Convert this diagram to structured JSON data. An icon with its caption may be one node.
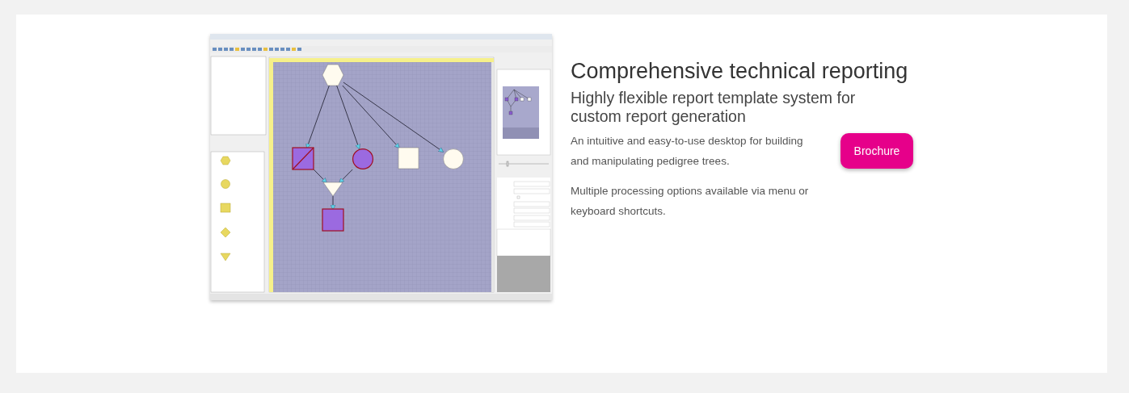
{
  "diagram": {
    "title": "Comprehensive technical reporting",
    "nodes": [
      {
        "text": [],
        "shape": "hexagon"
      },
      {
        "text": [],
        "shape": "box"
      },
      {
        "text": [],
        "shape": "circle"
      },
      {
        "text": [],
        "shape": "box"
      },
      {
        "text": [],
        "shape": "circle"
      },
      {
        "text": [],
        "shape": "triangle"
      },
      {
        "text": [],
        "shape": "box"
      }
    ],
    "edges": [
      {
        "from": 0,
        "to": 1,
        "arrow": "to"
      },
      {
        "from": 0,
        "to": 2,
        "arrow": "to"
      },
      {
        "from": 0,
        "to": 3,
        "arrow": "to"
      },
      {
        "from": 0,
        "to": 4,
        "arrow": "to"
      },
      {
        "from": 1,
        "to": 5,
        "arrow": "to"
      },
      {
        "from": 2,
        "to": 5,
        "arrow": "to"
      },
      {
        "from": 5,
        "to": 6,
        "arrow": "to"
      }
    ],
    "labels": [
      "Highly flexible report template system for custom report generation",
      "An intuitive and easy-to-use desktop for building and manipulating pedigree trees.",
      "Multiple processing options available via menu or keyboard shortcuts.",
      "Brochure"
    ]
  }
}
